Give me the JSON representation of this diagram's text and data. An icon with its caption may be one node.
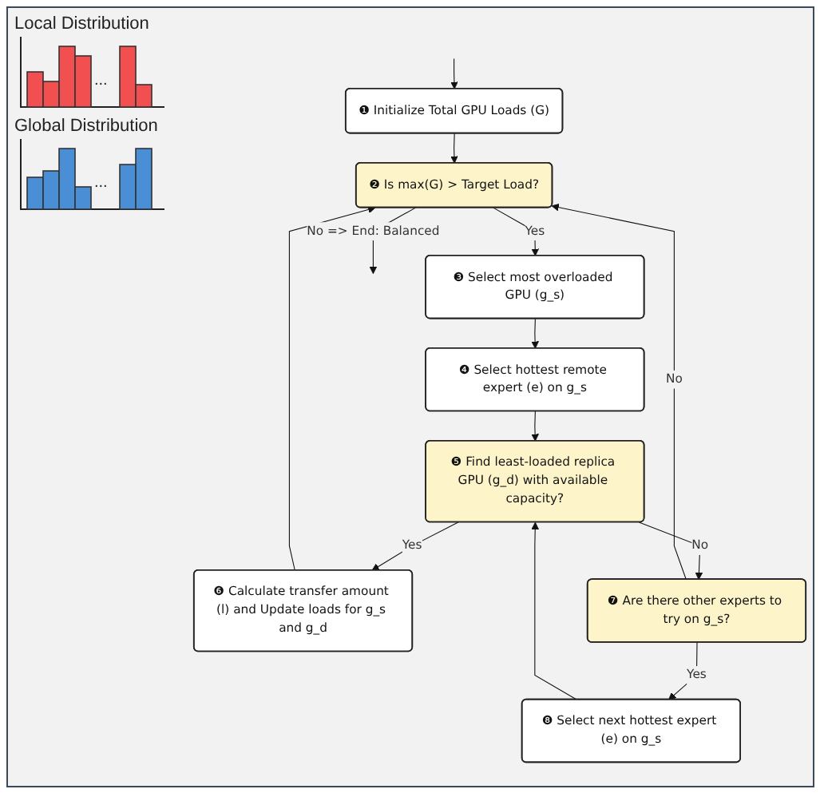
{
  "diagram": {
    "nodes": [
      {
        "text": [
          "❶ Initialize Total GPU Loads (G)"
        ]
      },
      {
        "text": [
          "❷ Is max(G) > Target Load?"
        ]
      },
      {
        "text": [
          "❸ Select most overloaded GPU (g_s)"
        ]
      },
      {
        "text": [
          "❹ Select hottest remote expert (e) on g_s"
        ]
      },
      {
        "text": [
          "❺ Find least-loaded replica GPU (g_d) with available capacity?"
        ]
      },
      {
        "text": [
          "❻ Calculate transfer amount (l) and Update loads for g_s and g_d"
        ]
      },
      {
        "text": [
          "❼ Are there other experts to try on g_s?"
        ]
      },
      {
        "text": [
          "❽ Select next hottest expert (e) on g_s"
        ]
      }
    ],
    "edges": [
      {
        "from": null,
        "to": 0,
        "arrow": "to"
      },
      {
        "from": 0,
        "to": 1,
        "arrow": "to"
      },
      {
        "from": 1,
        "to": null,
        "arrow": "to",
        "label": "No => End: Balanced"
      },
      {
        "from": 1,
        "to": 2,
        "arrow": "to",
        "label": "Yes"
      },
      {
        "from": 2,
        "to": 3,
        "arrow": "to"
      },
      {
        "from": 3,
        "to": 4,
        "arrow": "to"
      },
      {
        "from": 4,
        "to": 5,
        "arrow": "to",
        "label": "Yes"
      },
      {
        "from": 4,
        "to": 6,
        "arrow": "to",
        "label": "No"
      },
      {
        "from": 5,
        "to": 1,
        "arrow": "to"
      },
      {
        "from": 6,
        "to": 1,
        "arrow": "to",
        "label": "No"
      },
      {
        "from": 6,
        "to": 7,
        "arrow": "to",
        "label": "Yes"
      },
      {
        "from": 7,
        "to": 4,
        "arrow": "to"
      }
    ],
    "labels": [
      "Local Distribution",
      "...",
      "Global Distribution",
      "..."
    ]
  }
}
